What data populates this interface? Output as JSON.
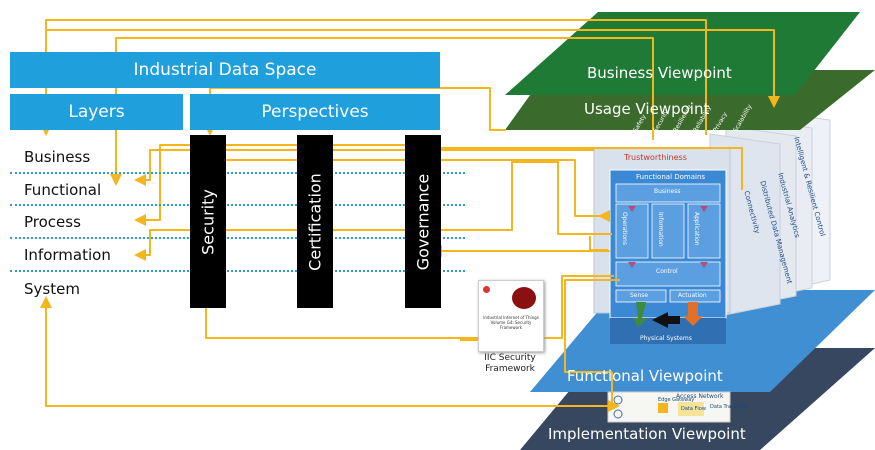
{
  "ids": {
    "title": "Industrial Data Space",
    "layers_header": "Layers",
    "perspectives_header": "Perspectives",
    "layers": [
      "Business",
      "Functional",
      "Process",
      "Information",
      "System"
    ],
    "perspectives": [
      "Security",
      "Certification",
      "Governance"
    ]
  },
  "iic": {
    "viewpoints": {
      "business": "Business Viewpoint",
      "usage": "Usage Viewpoint",
      "functional": "Functional Viewpoint",
      "implementation": "Implementation Viewpoint"
    },
    "trustworthiness": "Trustworthiness",
    "functional_domains": "Functional Domains",
    "domains": {
      "business": "Business",
      "operations": "Operations",
      "information": "Information",
      "application": "Application",
      "control": "Control",
      "sense": "Sense",
      "actuation": "Actuation",
      "physical_systems": "Physical Systems"
    },
    "side_panels": [
      "Connectivity",
      "Distributed Data Management",
      "Industrial Analytics",
      "Intelligent & Resilient Control"
    ],
    "slanted_tags": [
      "Safety",
      "Security",
      "Resilience",
      "Reliability",
      "Privacy",
      "Scalability"
    ],
    "impl_labels": {
      "access_network": "Access Network",
      "edge_gateway": "Edge Gateway",
      "data_flow": "Data Flow",
      "data_transform": "Data Transform"
    },
    "document_label": "IIC Security Framework",
    "document_cover_lines": [
      "Industrial Internet of Things",
      "Volume G4: Security Framework"
    ]
  },
  "colors": {
    "ids_blue": "#1fa0dc",
    "arrow": "#f5b51c",
    "business_vp": "#1e7a35",
    "usage_vp": "#3b6b2c",
    "functional_vp": "#3f8fd2",
    "implementation_vp": "#37475f",
    "pillar": "#000000"
  }
}
